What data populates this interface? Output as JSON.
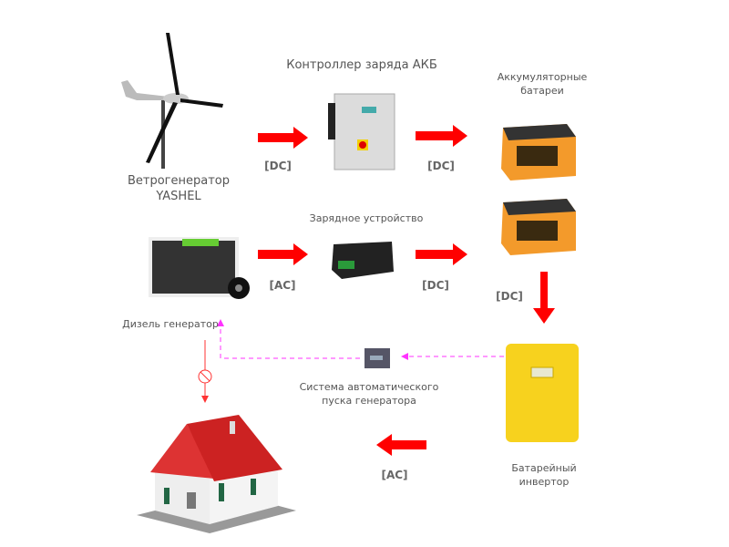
{
  "components": {
    "wind": {
      "line1": "Ветрогенератор",
      "line2": "YASHEL"
    },
    "controller": {
      "label": "Контроллер заряда АКБ"
    },
    "batteries": {
      "line1": "Аккумуляторные",
      "line2": "батареи"
    },
    "charger": {
      "label": "Зарядное устройство"
    },
    "diesel": {
      "label": "Дизель генератор"
    },
    "ats": {
      "line1": "Система автоматического",
      "line2": "пуска генератора"
    },
    "inverter": {
      "line1": "Батарейный",
      "line2": "инвертор"
    }
  },
  "flows": {
    "wind_to_controller": "[DC]",
    "controller_to_battery": "[DC]",
    "diesel_to_charger": "[AC]",
    "charger_to_battery": "[DC]",
    "battery_to_inverter": "[DC]",
    "inverter_to_house": "[AC]"
  },
  "colors": {
    "power_arrow": "#ff0000",
    "control_line": "#ff33ff",
    "battery": "#f39a2b",
    "inverter": "#f7d21e"
  }
}
